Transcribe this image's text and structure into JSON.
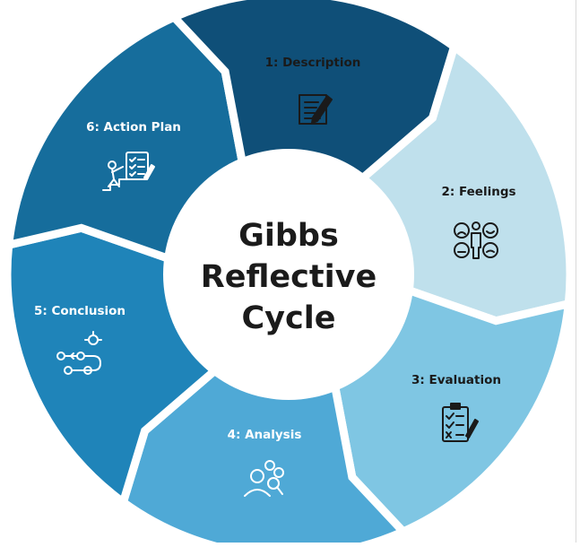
{
  "diagram": {
    "type": "cycle",
    "center_title": [
      "Gibbs",
      "Reflective",
      "Cycle"
    ],
    "segments": [
      {
        "label": "1: Description",
        "icon": "document-edit-icon",
        "color": "#bfe0ec",
        "text_color": "#1a1a1a",
        "icon_color": "#1a1a1a"
      },
      {
        "label": "2: Feelings",
        "icon": "emotions-icon",
        "color": "#7fc6e3",
        "text_color": "#1a1a1a",
        "icon_color": "#1a1a1a"
      },
      {
        "label": "3: Evaluation",
        "icon": "checklist-icon",
        "color": "#4fa9d6",
        "text_color": "#1a1a1a",
        "icon_color": "#1a1a1a"
      },
      {
        "label": "4: Analysis",
        "icon": "analysis-icon",
        "color": "#1f84b9",
        "text_color": "#ffffff",
        "icon_color": "#ffffff"
      },
      {
        "label": "5: Conclusion",
        "icon": "conclusion-icon",
        "color": "#166d9c",
        "text_color": "#ffffff",
        "icon_color": "#ffffff"
      },
      {
        "label": "6: Action Plan",
        "icon": "action-plan-icon",
        "color": "#0f4f78",
        "text_color": "#ffffff",
        "icon_color": "#ffffff"
      }
    ],
    "center_fill": "#ffffff"
  }
}
